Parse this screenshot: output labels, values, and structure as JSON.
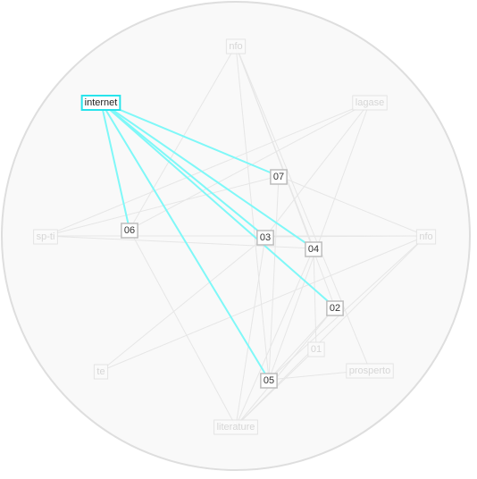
{
  "nodes": {
    "internet": {
      "label": "internet",
      "state": "selected"
    },
    "07": {
      "label": "07",
      "state": "connected"
    },
    "06": {
      "label": "06",
      "state": "connected"
    },
    "03": {
      "label": "03",
      "state": "connected"
    },
    "04": {
      "label": "04",
      "state": "connected"
    },
    "02": {
      "label": "02",
      "state": "connected"
    },
    "05": {
      "label": "05",
      "state": "connected"
    },
    "n_top": {
      "label": "nfo",
      "state": "faded"
    },
    "n_topright": {
      "label": "lagase",
      "state": "faded"
    },
    "n_left": {
      "label": "sp-ti",
      "state": "faded"
    },
    "n_right": {
      "label": "nfo",
      "state": "faded"
    },
    "n_01": {
      "label": "01",
      "state": "faded"
    },
    "n_bottomleft": {
      "label": "te",
      "state": "faded"
    },
    "n_bottomright": {
      "label": "prosperto",
      "state": "faded"
    },
    "n_bottom": {
      "label": "literature",
      "state": "faded"
    }
  },
  "edges_highlighted": [
    [
      "internet",
      "07"
    ],
    [
      "internet",
      "06"
    ],
    [
      "internet",
      "03"
    ],
    [
      "internet",
      "04"
    ],
    [
      "internet",
      "02"
    ],
    [
      "internet",
      "05"
    ]
  ],
  "edges_faded": [
    [
      "n_top",
      "04"
    ],
    [
      "n_top",
      "02"
    ],
    [
      "n_top",
      "05"
    ],
    [
      "n_top",
      "n_bottomright"
    ],
    [
      "n_top",
      "06"
    ],
    [
      "n_topright",
      "06"
    ],
    [
      "n_topright",
      "03"
    ],
    [
      "n_topright",
      "05"
    ],
    [
      "n_topright",
      "n_left"
    ],
    [
      "n_left",
      "n_right"
    ],
    [
      "n_left",
      "04"
    ],
    [
      "n_left",
      "07"
    ],
    [
      "n_right",
      "07"
    ],
    [
      "n_right",
      "05"
    ],
    [
      "n_right",
      "n_bottom"
    ],
    [
      "n_right",
      "n_bottomleft"
    ],
    [
      "n_right",
      "03"
    ],
    [
      "06",
      "n_bottom"
    ],
    [
      "03",
      "n_bottom"
    ],
    [
      "04",
      "n_bottom"
    ],
    [
      "02",
      "n_bottom"
    ],
    [
      "05",
      "n_bottomright"
    ],
    [
      "n_01",
      "n_bottom"
    ],
    [
      "04",
      "n_01"
    ],
    [
      "n_bottomleft",
      "03"
    ],
    [
      "07",
      "05"
    ],
    [
      "02",
      "05"
    ]
  ],
  "colors": {
    "highlight": "#7ff8f8",
    "selected_border": "#28e4ec",
    "node_border": "#bdbdbd",
    "faded": "#e6e6e6",
    "circle_fill": "#f9f9f9",
    "circle_stroke": "#dedede"
  }
}
